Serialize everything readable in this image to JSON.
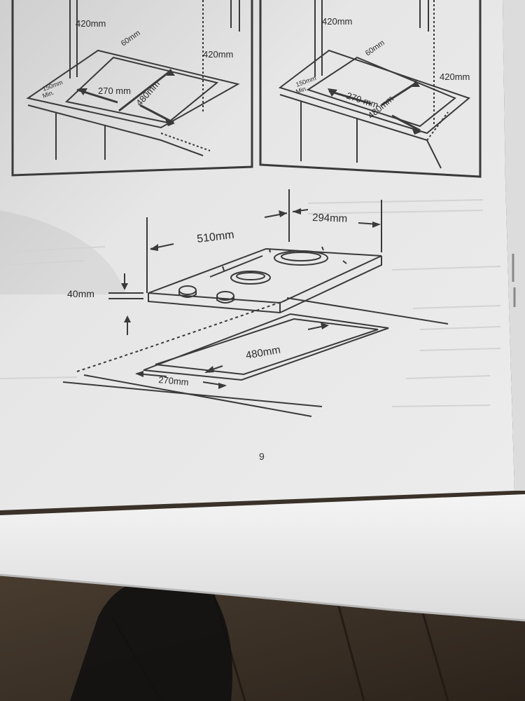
{
  "top_left_figure": {
    "height_top": "420mm",
    "height_right": "420mm",
    "depth": "60mm",
    "side_clearance": "150mm",
    "side_min": "Min.",
    "cutout_width": "270 mm",
    "cutout_length": "480mm"
  },
  "top_right_figure": {
    "height_top": "420mm",
    "height_right": "420mm",
    "depth": "60mm",
    "side_clearance": "150mm",
    "side_min": "Min.",
    "cutout_width": "270 mm",
    "cutout_length": "480mm"
  },
  "main_figure": {
    "overall_width": "510mm",
    "overall_depth": "294mm",
    "thickness": "40mm",
    "cutout_length": "480mm",
    "cutout_width": "270mm"
  },
  "page_number": "9",
  "colors": {
    "paper": "#e9e9e9",
    "ink": "#3a3a3a",
    "counter": "#f2f2f2",
    "floor": "#3a3128"
  }
}
